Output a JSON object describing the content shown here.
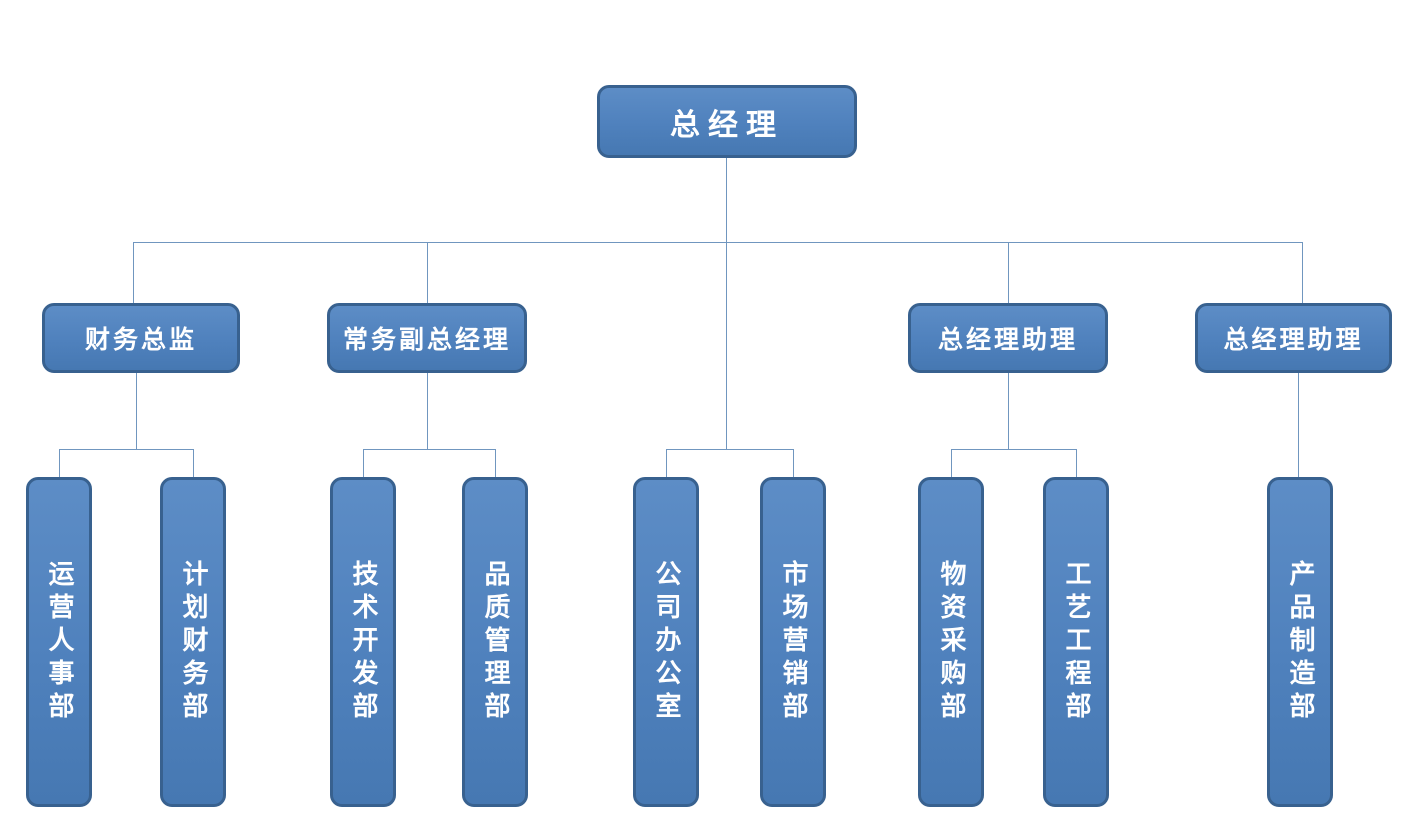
{
  "colors": {
    "node_fill": "#4F81BD",
    "node_border": "#38618F",
    "node_text": "#FFFFFF",
    "connector": "#7096BF",
    "background": "#FFFFFF"
  },
  "org_chart": {
    "type": "organization-chart",
    "root": {
      "label": "总经理",
      "direct_departments": [
        "公司办公室",
        "市场营销部"
      ]
    },
    "level2": [
      {
        "label": "财务总监",
        "departments": [
          "运营人事部",
          "计划财务部"
        ]
      },
      {
        "label": "常务副总经理",
        "departments": [
          "技术开发部",
          "品质管理部"
        ]
      },
      {
        "label": "总经理助理",
        "departments": [
          "物资采购部",
          "工艺工程部"
        ]
      },
      {
        "label": "总经理助理",
        "departments": [
          "产品制造部"
        ]
      }
    ],
    "departments": [
      {
        "label": "运营人事部"
      },
      {
        "label": "计划财务部"
      },
      {
        "label": "技术开发部"
      },
      {
        "label": "品质管理部"
      },
      {
        "label": "公司办公室"
      },
      {
        "label": "市场营销部"
      },
      {
        "label": "物资采购部"
      },
      {
        "label": "工艺工程部"
      },
      {
        "label": "产品制造部"
      }
    ]
  }
}
